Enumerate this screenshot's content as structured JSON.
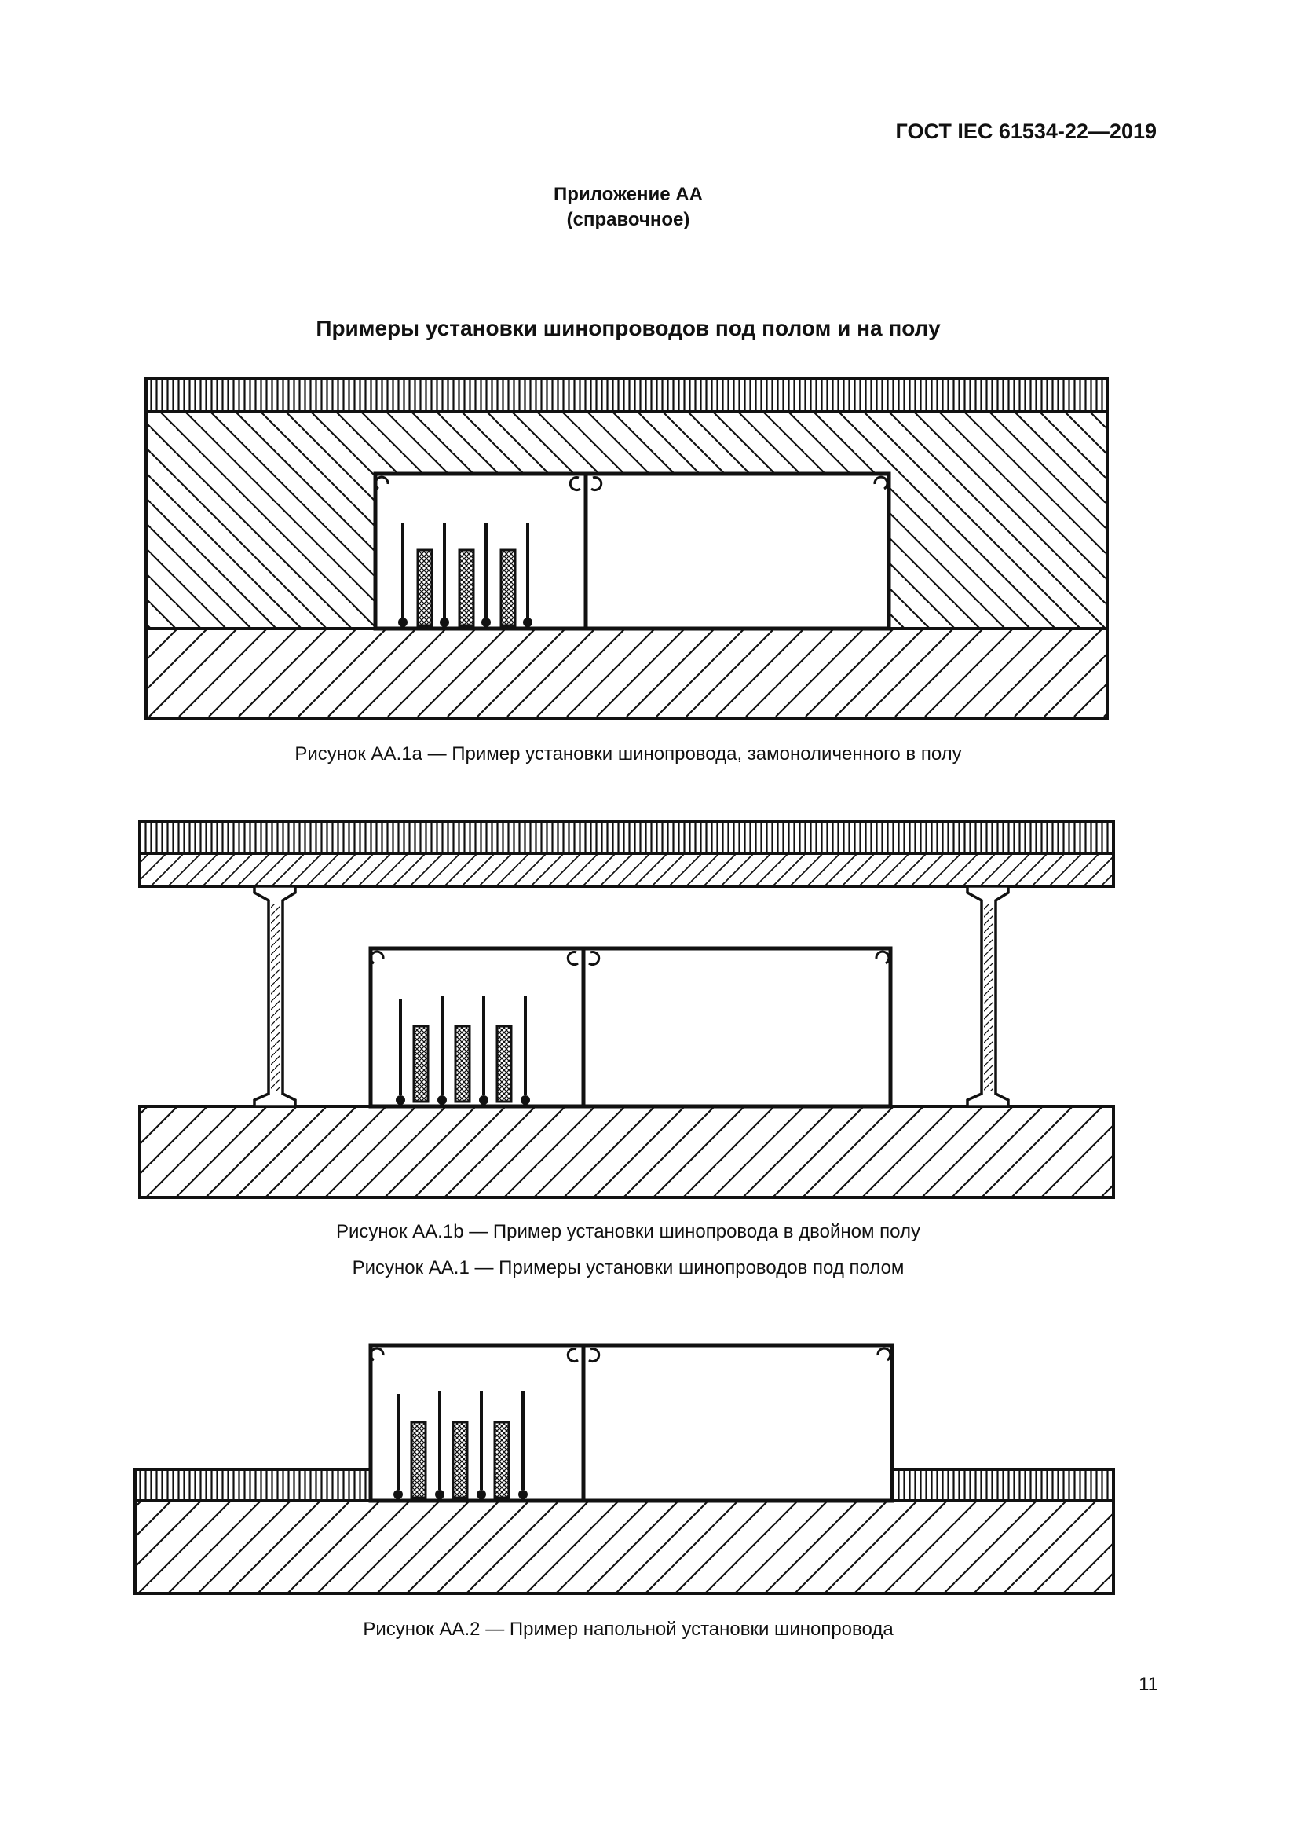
{
  "header": {
    "doc_code": "ГОСТ IEC 61534-22—2019"
  },
  "appendix": {
    "title": "Приложение АА",
    "subtitle": "(справочное)"
  },
  "section": {
    "title": "Примеры установки шинопроводов под полом и на полу"
  },
  "figures": {
    "aa1a": {
      "caption": "Рисунок АА.1а — Пример установки шинопровода, замоноличенного в полу"
    },
    "aa1b": {
      "caption": "Рисунок АА.1b — Пример установки шинопровода в двойном полу"
    },
    "aa1": {
      "caption": "Рисунок АА.1 — Примеры установки шинопроводов под полом"
    },
    "aa2": {
      "caption": "Рисунок АА.2 — Пример напольной установки шинопровода"
    }
  },
  "footer": {
    "page_number": "11"
  }
}
